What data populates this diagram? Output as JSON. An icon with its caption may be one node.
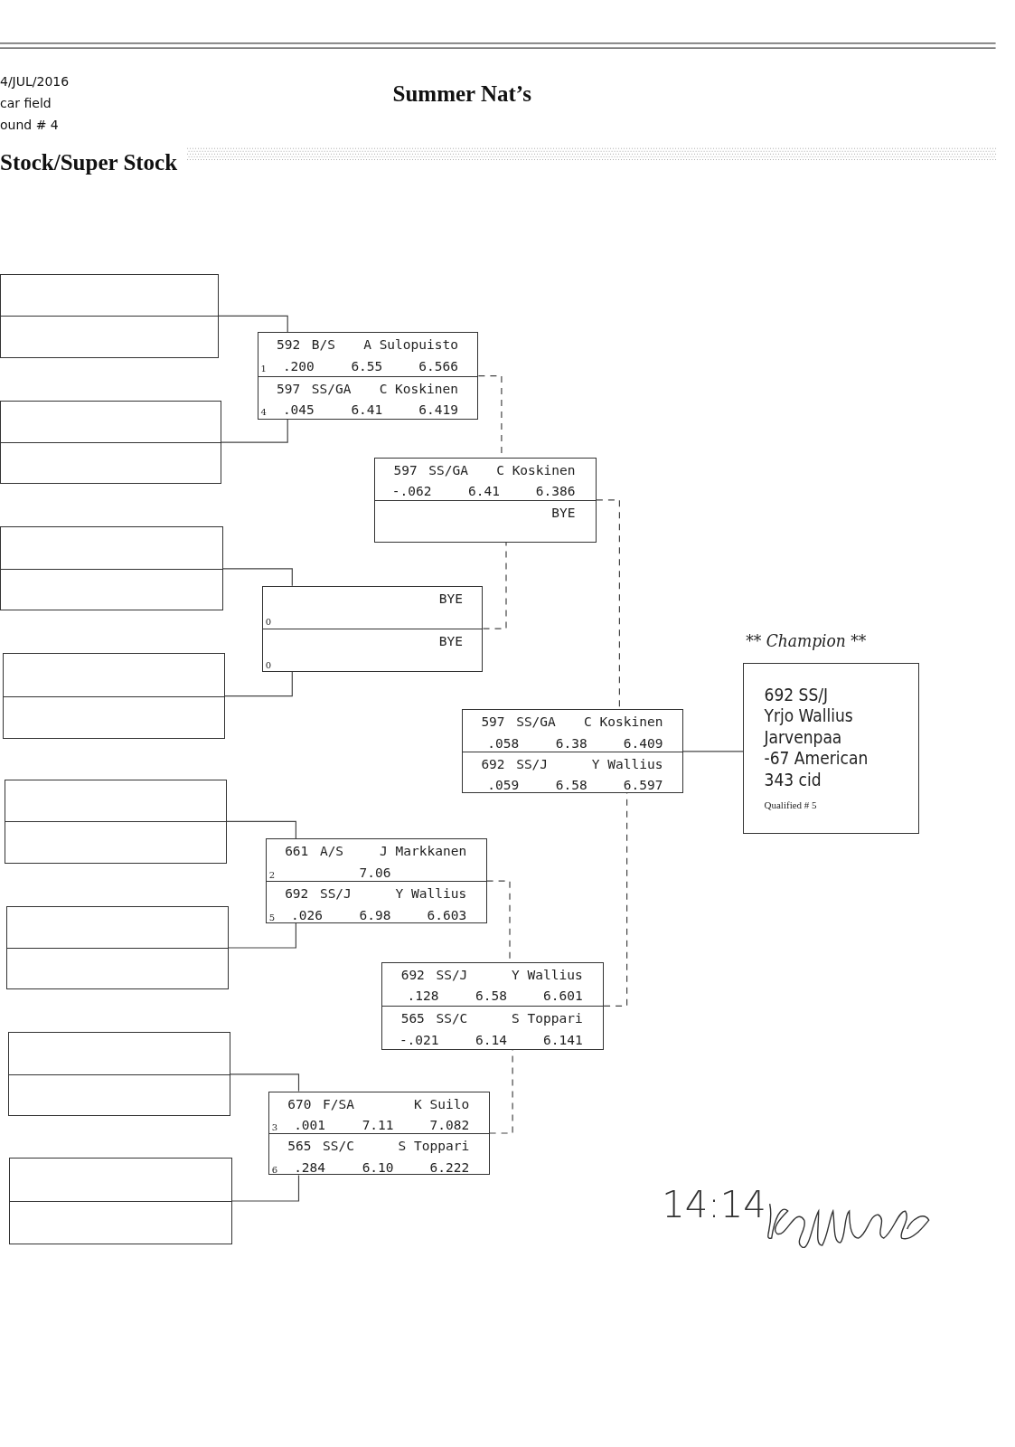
{
  "diagram": {
    "title": "Summer Nat’s",
    "nodes": [
      {
        "text": [],
        "shape": "box"
      },
      {
        "text": [],
        "shape": "box"
      },
      {
        "text": [],
        "shape": "box"
      },
      {
        "text": [],
        "shape": "box"
      },
      {
        "text": [],
        "shape": "box"
      },
      {
        "text": [],
        "shape": "box"
      },
      {
        "text": [],
        "shape": "box"
      },
      {
        "text": [],
        "shape": "box"
      },
      {
        "text": [
          "592",
          "B/S",
          "A Sulopuisto",
          "1",
          ".200",
          "6.55",
          "6.566",
          "597",
          "SS/GA",
          "C Koskinen",
          "4",
          ".045",
          "6.41",
          "6.419"
        ]
      },
      {
        "text": [
          "BYE",
          "0",
          "BYE",
          "0"
        ]
      },
      {
        "text": [
          "661",
          "A/S",
          "J Markkanen",
          "2",
          "7.06",
          "692",
          "SS/J",
          "Y Wallius",
          "5",
          ".026",
          "6.98",
          "6.603"
        ]
      },
      {
        "text": [
          "670",
          "F/SA",
          "K Suilo",
          "3",
          ".001",
          "7.11",
          "7.082",
          "565",
          "SS/C",
          "S Toppari",
          "6",
          ".284",
          "6.10",
          "6.222"
        ]
      },
      {
        "text": [
          "597",
          "SS/GA",
          "C Koskinen",
          "-.062",
          "6.41",
          "6.386",
          "BYE"
        ]
      },
      {
        "text": [
          "692",
          "SS/J",
          "Y Wallius",
          ".128",
          "6.58",
          "6.601",
          "565",
          "SS/C",
          "S Toppari",
          "-.021",
          "6.14",
          "6.141"
        ]
      },
      {
        "text": [
          "597",
          "SS/GA",
          "C Koskinen",
          ".058",
          "6.38",
          "6.409",
          "692",
          "SS/J",
          "Y Wallius",
          ".059",
          "6.58",
          "6.597"
        ]
      },
      {
        "text": [
          "** Champion **",
          "692 SS/J",
          "Yrjo Wallius",
          "Jarvenpaa",
          "-67 American",
          "343 cid",
          "Qualified # 5"
        ]
      }
    ],
    "edges": [
      {
        "from": 0,
        "to": 8,
        "arrow": "none"
      },
      {
        "from": 1,
        "to": 8,
        "arrow": "none"
      },
      {
        "from": 2,
        "to": 9,
        "arrow": "none"
      },
      {
        "from": 3,
        "to": 9,
        "arrow": "none"
      },
      {
        "from": 4,
        "to": 10,
        "arrow": "none"
      },
      {
        "from": 5,
        "to": 10,
        "arrow": "none"
      },
      {
        "from": 6,
        "to": 11,
        "arrow": "none"
      },
      {
        "from": 7,
        "to": 11,
        "arrow": "none"
      },
      {
        "from": 8,
        "to": 12,
        "arrow": "none",
        "style": "dashed"
      },
      {
        "from": 9,
        "to": 12,
        "arrow": "none",
        "style": "dashed"
      },
      {
        "from": 12,
        "to": 14,
        "arrow": "none",
        "style": "dashed"
      },
      {
        "from": 10,
        "to": 13,
        "arrow": "none",
        "style": "dashed"
      },
      {
        "from": 11,
        "to": 13,
        "arrow": "none",
        "style": "dashed"
      },
      {
        "from": 13,
        "to": 14,
        "arrow": "none",
        "style": "dashed"
      },
      {
        "from": 14,
        "to": 15,
        "arrow": "none"
      }
    ],
    "labels": [
      "4/JUL/2016",
      "car field",
      "ound # 4",
      "Stock/Super Stock",
      "14:14"
    ]
  }
}
